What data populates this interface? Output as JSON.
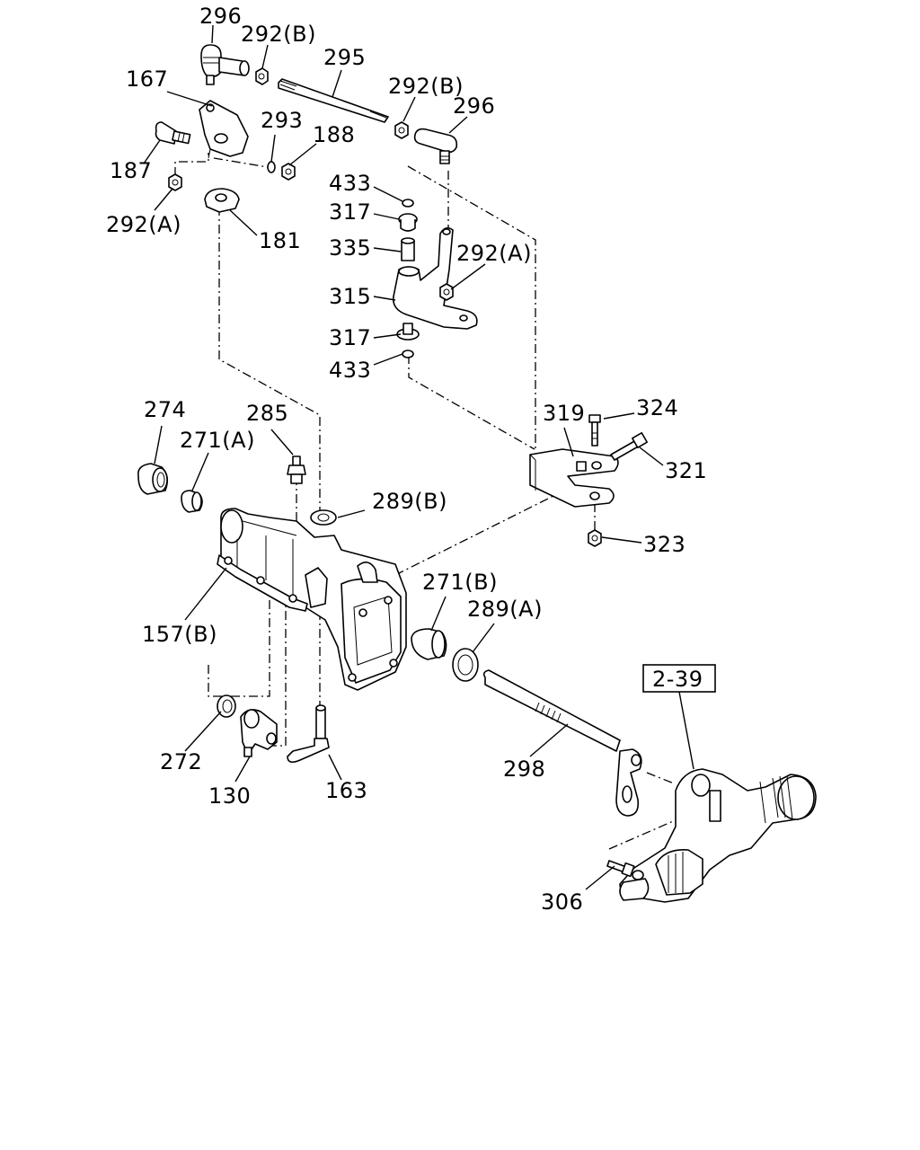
{
  "labels": {
    "l296a": "296",
    "l292b_a": "292(B)",
    "l295": "295",
    "l167": "167",
    "l292b_b": "292(B)",
    "l296b": "296",
    "l293": "293",
    "l188": "188",
    "l187": "187",
    "l292a_a": "292(A)",
    "l181": "181",
    "l433a": "433",
    "l317a": "317",
    "l335": "335",
    "l292a_b": "292(A)",
    "l315": "315",
    "l317b": "317",
    "l433b": "433",
    "l274": "274",
    "l285": "285",
    "l271a": "271(A)",
    "l319": "319",
    "l324": "324",
    "l321": "321",
    "l289b": "289(B)",
    "l323": "323",
    "l271b": "271(B)",
    "l289a": "289(A)",
    "l157b": "157(B)",
    "l2_39": "2-39",
    "l272": "272",
    "l298": "298",
    "l130": "130",
    "l163": "163",
    "l306": "306"
  }
}
